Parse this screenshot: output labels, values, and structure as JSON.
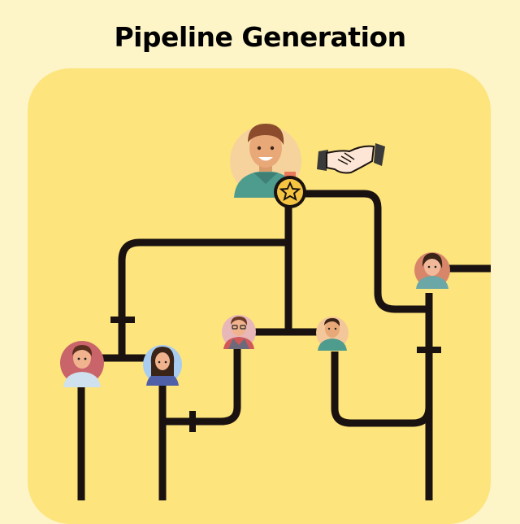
{
  "title": "Pipeline Generation",
  "colors": {
    "page_background": "#fdf5c8",
    "panel_background": "#fde47c",
    "pipe": "#1a1210",
    "star_badge": "#f5c542"
  },
  "nodes": [
    {
      "id": "leader",
      "icon": "person-avatar-icon"
    },
    {
      "id": "woman-right",
      "icon": "person-avatar-icon"
    },
    {
      "id": "man-glasses",
      "icon": "person-avatar-icon"
    },
    {
      "id": "man-small",
      "icon": "person-avatar-icon"
    },
    {
      "id": "man-left",
      "icon": "person-avatar-icon"
    },
    {
      "id": "woman-left",
      "icon": "person-avatar-icon"
    }
  ],
  "decorations": [
    "handshake-icon",
    "star-medal-icon"
  ]
}
